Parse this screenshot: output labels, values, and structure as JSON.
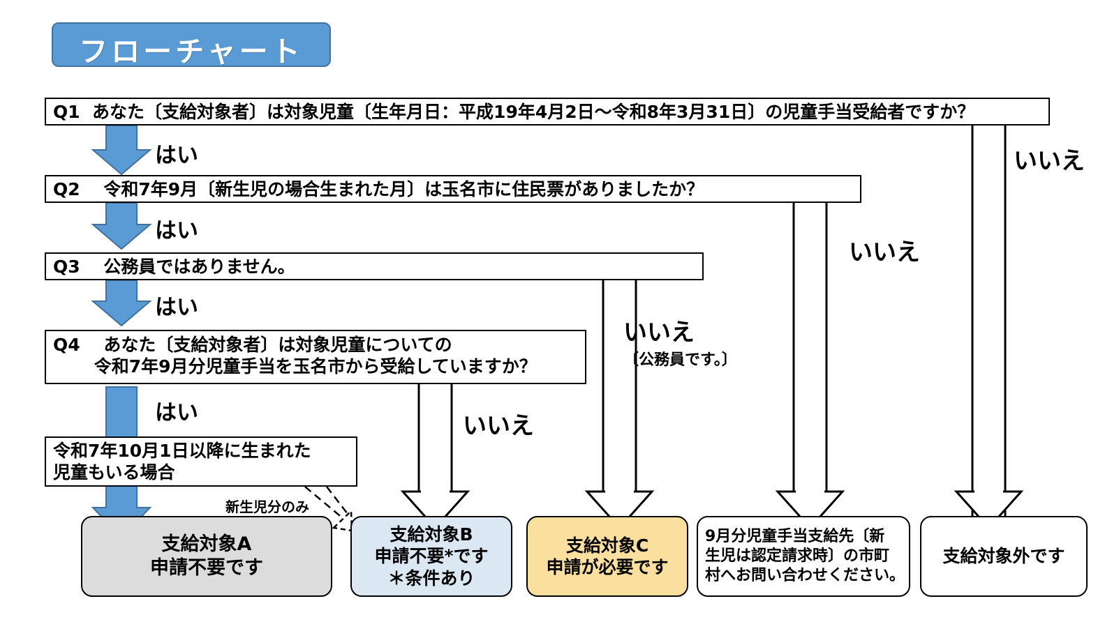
{
  "title": {
    "label": "フローチャート",
    "bg_color": "#5b9bd5",
    "text_color": "#ffffff"
  },
  "colors": {
    "accent_blue": "#5b9bd5",
    "accent_blue_border": "#41719c",
    "result_a_bg": "#dcdcdc",
    "result_b_bg": "#dbe7f3",
    "result_c_bg": "#fbdf9e",
    "result_d_bg": "#ffffff",
    "result_e_bg": "#ffffff",
    "outline": "#000000",
    "page_bg": "#ffffff"
  },
  "questions": [
    {
      "id": "q1",
      "text": "Q1  あなた〔支給対象者〕は対象児童〔生年月日：平成19年4月2日〜令和8年3月31日〕の児童手当受給者ですか？"
    },
    {
      "id": "q2",
      "text": "Q2　 令和7年9月〔新生児の場合生まれた月〕は玉名市に住民票がありましたか？"
    },
    {
      "id": "q3",
      "text": "Q3　 公務員ではありません。"
    },
    {
      "id": "q4",
      "text": "Q4　 あなた〔支給対象者〕は対象児童についての\n　　 令和7年9月分児童手当を玉名市から受給していますか？"
    },
    {
      "id": "newborn",
      "text": "令和7年10月1日以降に生まれた\n児童もいる場合"
    }
  ],
  "edge_labels": {
    "q1_yes": "はい",
    "q1_no": "いいえ",
    "q2_yes": "はい",
    "q2_no": "いいえ",
    "q3_yes": "はい",
    "q3_no_line1": "いいえ",
    "q3_no_line2": "〔公務員です。〕",
    "q4_yes": "はい",
    "q4_no": "いいえ",
    "newborn_only": "新生児分のみ"
  },
  "results": [
    {
      "id": "a",
      "text": "支給対象A\n申請不要です",
      "bg": "#dcdcdc",
      "align": "center"
    },
    {
      "id": "b",
      "text": "支給対象B\n申請不要*です\n＊条件あり",
      "bg": "#dbe7f3",
      "align": "center"
    },
    {
      "id": "c",
      "text": "支給対象C\n申請が必要です",
      "bg": "#fbdf9e",
      "align": "center"
    },
    {
      "id": "d",
      "text": "9月分児童手当支給先〔新\n生児は認定請求時〕の市町\n村へお問い合わせください。",
      "bg": "#ffffff",
      "align": "left"
    },
    {
      "id": "e",
      "text": "支給対象外です",
      "bg": "#ffffff",
      "align": "center"
    }
  ]
}
